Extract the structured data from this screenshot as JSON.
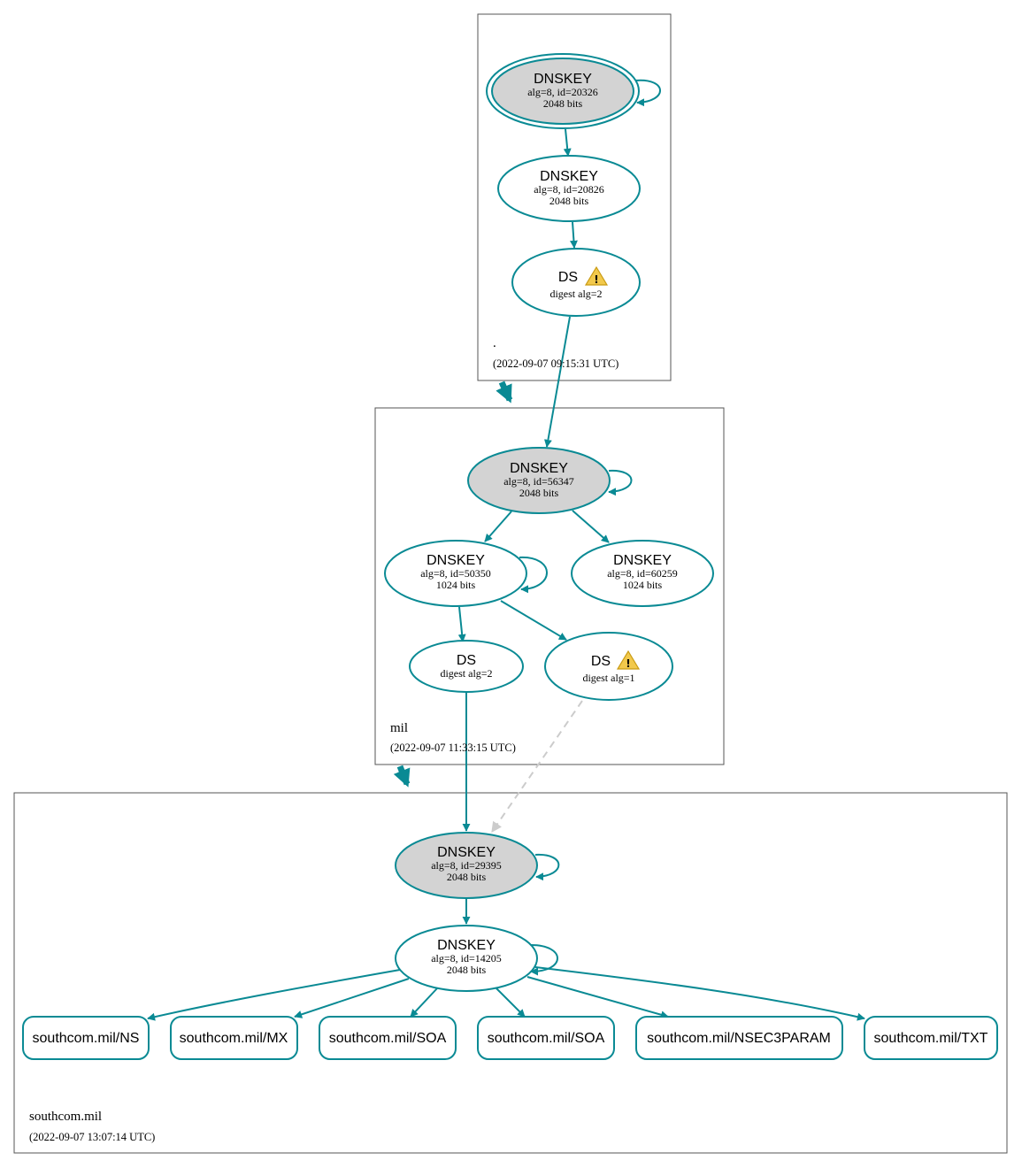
{
  "zones": {
    "root": {
      "name": ".",
      "timestamp": "(2022-09-07 09:15:31 UTC)",
      "ksk": {
        "title": "DNSKEY",
        "line1": "alg=8, id=20326",
        "line2": "2048 bits"
      },
      "zsk": {
        "title": "DNSKEY",
        "line1": "alg=8, id=20826",
        "line2": "2048 bits"
      },
      "ds": {
        "title": "DS",
        "line1": "digest alg=2"
      }
    },
    "mil": {
      "name": "mil",
      "timestamp": "(2022-09-07 11:33:15 UTC)",
      "ksk": {
        "title": "DNSKEY",
        "line1": "alg=8, id=56347",
        "line2": "2048 bits"
      },
      "zsk1": {
        "title": "DNSKEY",
        "line1": "alg=8, id=50350",
        "line2": "1024 bits"
      },
      "zsk2": {
        "title": "DNSKEY",
        "line1": "alg=8, id=60259",
        "line2": "1024 bits"
      },
      "ds1": {
        "title": "DS",
        "line1": "digest alg=2"
      },
      "ds2": {
        "title": "DS",
        "line1": "digest alg=1"
      }
    },
    "southcom": {
      "name": "southcom.mil",
      "timestamp": "(2022-09-07 13:07:14 UTC)",
      "ksk": {
        "title": "DNSKEY",
        "line1": "alg=8, id=29395",
        "line2": "2048 bits"
      },
      "zsk": {
        "title": "DNSKEY",
        "line1": "alg=8, id=14205",
        "line2": "2048 bits"
      },
      "records": [
        "southcom.mil/NS",
        "southcom.mil/MX",
        "southcom.mil/SOA",
        "southcom.mil/SOA",
        "southcom.mil/NSEC3PARAM",
        "southcom.mil/TXT"
      ]
    }
  },
  "colors": {
    "secure": "#0a8a94",
    "ksk_fill": "#d3d3d3",
    "insecure_link": "#cccccc",
    "warning": "#f2c94c"
  },
  "icons": {
    "warning": "warning-icon"
  }
}
